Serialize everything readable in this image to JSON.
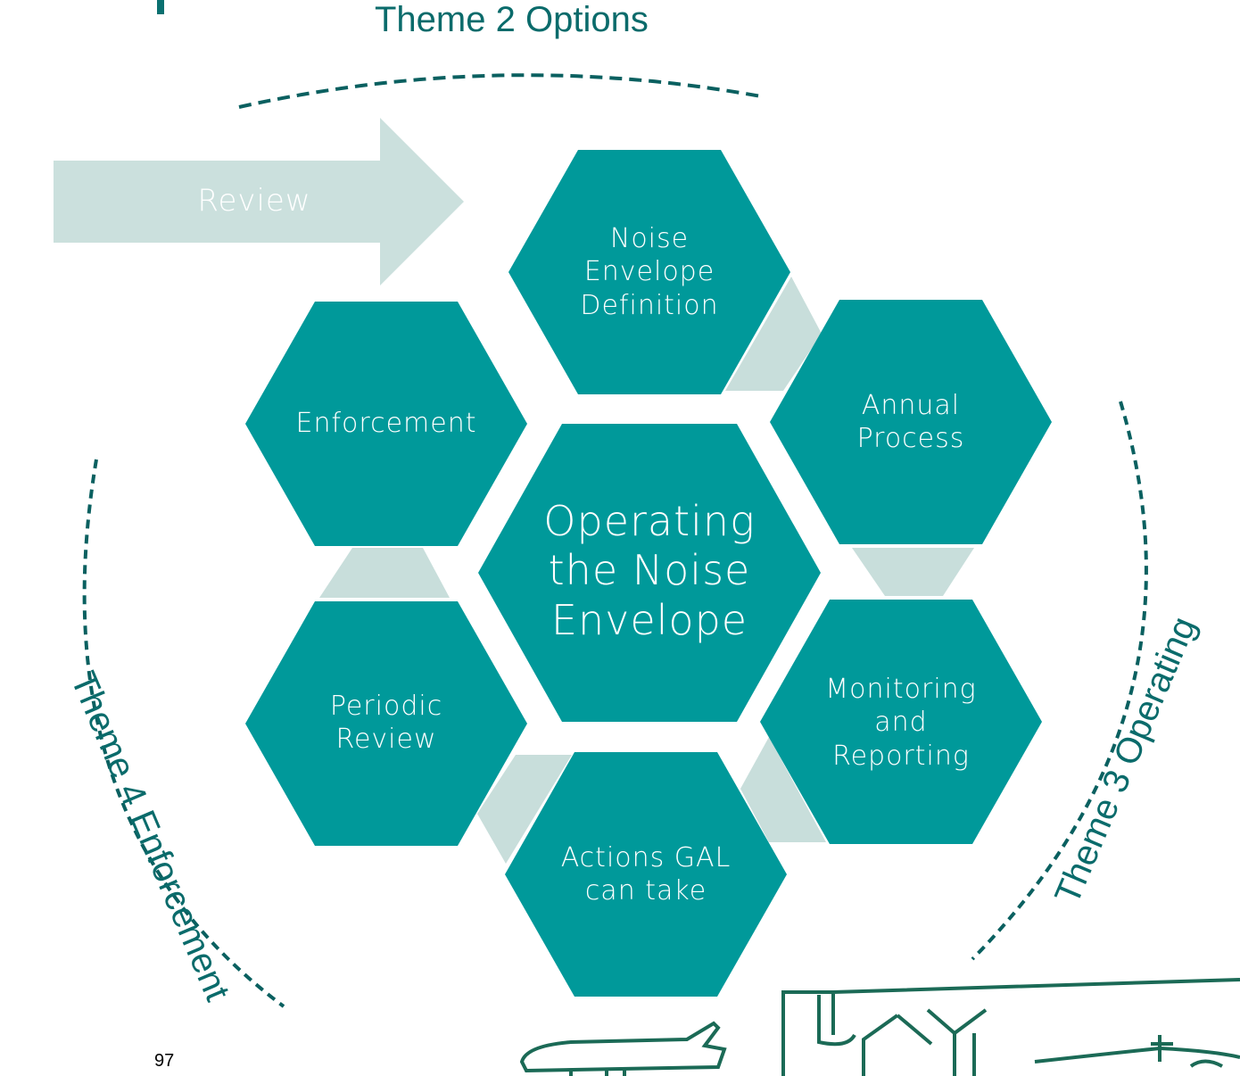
{
  "theme2": "Theme 2 Options",
  "theme3": "Theme 3 Operating",
  "theme4": "Theme 4 Enforcement",
  "review": "Review",
  "center": "Operating\nthe Noise\nEnvelope",
  "hexes": {
    "noise_envelope_definition": "Noise\nEnvelope\nDefinition",
    "annual_process": "Annual\nProcess",
    "monitoring_and_reporting": "Monitoring\nand\nReporting",
    "actions_gal": "Actions GAL\ncan take",
    "periodic_review": "Periodic\nReview",
    "enforcement": "Enforcement"
  },
  "page_number": "97",
  "colors": {
    "hex_fill": "#00999a",
    "connector_fill": "#c8dedb",
    "arrow_fill": "#cbe0dd",
    "theme_text": "#0a6b6b",
    "dashed_arc": "#0a6060",
    "airport_outline": "#1b6a56"
  }
}
